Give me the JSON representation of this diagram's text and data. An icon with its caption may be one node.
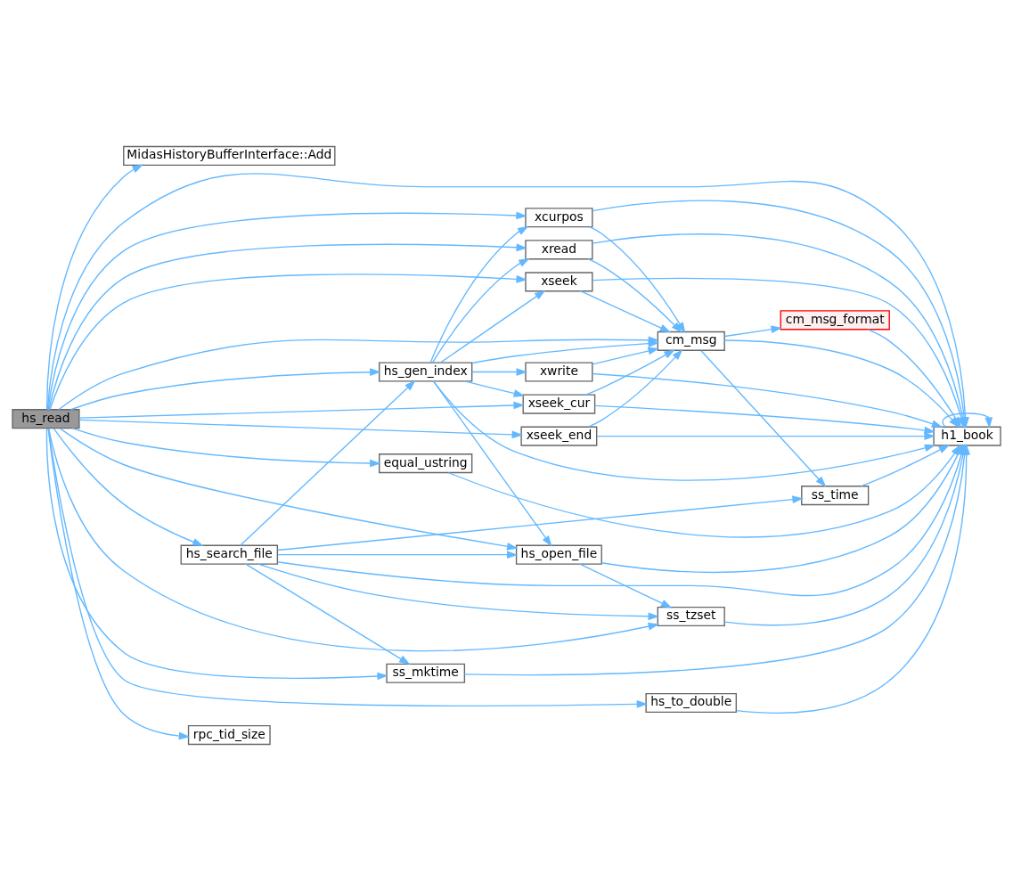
{
  "diagram": {
    "nodes": [
      {
        "text": [
          "hs_read"
        ]
      },
      {
        "text": [
          "MidasHistoryBufferInterface::Add"
        ]
      },
      {
        "text": [
          "xcurpos"
        ]
      },
      {
        "text": [
          "xread"
        ]
      },
      {
        "text": [
          "xseek"
        ]
      },
      {
        "text": [
          "cm_msg"
        ]
      },
      {
        "text": [
          "cm_msg_format"
        ]
      },
      {
        "text": [
          "hs_gen_index"
        ]
      },
      {
        "text": [
          "xwrite"
        ]
      },
      {
        "text": [
          "xseek_cur"
        ]
      },
      {
        "text": [
          "h1_book"
        ]
      },
      {
        "text": [
          "equal_ustring"
        ]
      },
      {
        "text": [
          "xseek_end"
        ]
      },
      {
        "text": [
          "ss_time"
        ]
      },
      {
        "text": [
          "hs_search_file"
        ]
      },
      {
        "text": [
          "hs_open_file"
        ]
      },
      {
        "text": [
          "ss_tzset"
        ]
      },
      {
        "text": [
          "ss_mktime"
        ]
      },
      {
        "text": [
          "hs_to_double"
        ]
      },
      {
        "text": [
          "rpc_tid_size"
        ]
      }
    ],
    "edges": [
      {
        "from": 0,
        "to": 1,
        "arrow": "to"
      },
      {
        "from": 0,
        "to": 10,
        "arrow": "to"
      },
      {
        "from": 0,
        "to": 2,
        "arrow": "to"
      },
      {
        "from": 0,
        "to": 3,
        "arrow": "to"
      },
      {
        "from": 0,
        "to": 4,
        "arrow": "to"
      },
      {
        "from": 0,
        "to": 5,
        "arrow": "to"
      },
      {
        "from": 0,
        "to": 7,
        "arrow": "to"
      },
      {
        "from": 0,
        "to": 9,
        "arrow": "to"
      },
      {
        "from": 0,
        "to": 12,
        "arrow": "to"
      },
      {
        "from": 0,
        "to": 11,
        "arrow": "to"
      },
      {
        "from": 0,
        "to": 14,
        "arrow": "to"
      },
      {
        "from": 0,
        "to": 15,
        "arrow": "to"
      },
      {
        "from": 0,
        "to": 16,
        "arrow": "to"
      },
      {
        "from": 0,
        "to": 17,
        "arrow": "to"
      },
      {
        "from": 0,
        "to": 18,
        "arrow": "to"
      },
      {
        "from": 0,
        "to": 19,
        "arrow": "to"
      },
      {
        "from": 2,
        "to": 5,
        "arrow": "to"
      },
      {
        "from": 2,
        "to": 10,
        "arrow": "to"
      },
      {
        "from": 3,
        "to": 5,
        "arrow": "to"
      },
      {
        "from": 3,
        "to": 10,
        "arrow": "to"
      },
      {
        "from": 4,
        "to": 5,
        "arrow": "to"
      },
      {
        "from": 4,
        "to": 10,
        "arrow": "to"
      },
      {
        "from": 5,
        "to": 6,
        "arrow": "to"
      },
      {
        "from": 5,
        "to": 10,
        "arrow": "to"
      },
      {
        "from": 5,
        "to": 13,
        "arrow": "to"
      },
      {
        "from": 6,
        "to": 10,
        "arrow": "to"
      },
      {
        "from": 7,
        "to": 2,
        "arrow": "to"
      },
      {
        "from": 7,
        "to": 3,
        "arrow": "to"
      },
      {
        "from": 7,
        "to": 4,
        "arrow": "to"
      },
      {
        "from": 7,
        "to": 5,
        "arrow": "to"
      },
      {
        "from": 7,
        "to": 8,
        "arrow": "to"
      },
      {
        "from": 7,
        "to": 9,
        "arrow": "to"
      },
      {
        "from": 7,
        "to": 10,
        "arrow": "to"
      },
      {
        "from": 7,
        "to": 15,
        "arrow": "to"
      },
      {
        "from": 8,
        "to": 5,
        "arrow": "to"
      },
      {
        "from": 8,
        "to": 10,
        "arrow": "to"
      },
      {
        "from": 9,
        "to": 5,
        "arrow": "to"
      },
      {
        "from": 9,
        "to": 10,
        "arrow": "to"
      },
      {
        "from": 10,
        "to": 10,
        "arrow": "to"
      },
      {
        "from": 11,
        "to": 10,
        "arrow": "to"
      },
      {
        "from": 12,
        "to": 5,
        "arrow": "to"
      },
      {
        "from": 12,
        "to": 10,
        "arrow": "to"
      },
      {
        "from": 13,
        "to": 10,
        "arrow": "to"
      },
      {
        "from": 14,
        "to": 7,
        "arrow": "to"
      },
      {
        "from": 14,
        "to": 13,
        "arrow": "to"
      },
      {
        "from": 14,
        "to": 15,
        "arrow": "to"
      },
      {
        "from": 14,
        "to": 10,
        "arrow": "to"
      },
      {
        "from": 14,
        "to": 16,
        "arrow": "to"
      },
      {
        "from": 14,
        "to": 17,
        "arrow": "to"
      },
      {
        "from": 15,
        "to": 10,
        "arrow": "to"
      },
      {
        "from": 15,
        "to": 16,
        "arrow": "to"
      },
      {
        "from": 16,
        "to": 10,
        "arrow": "to"
      },
      {
        "from": 17,
        "to": 10,
        "arrow": "to"
      },
      {
        "from": 18,
        "to": 10,
        "arrow": "to"
      }
    ]
  }
}
